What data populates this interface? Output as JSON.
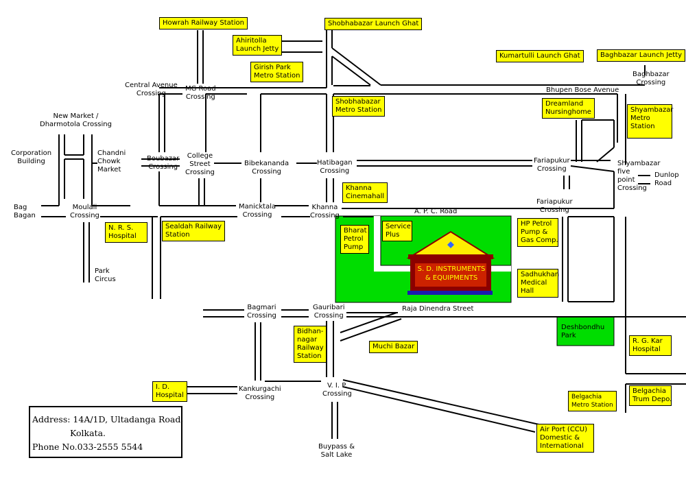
{
  "colors": {
    "road": "#000000",
    "box": "#ffff00",
    "park": "#00dd00",
    "building_wall": "#8b0000",
    "roof": "#ffee00",
    "base": "#1a1ab0"
  },
  "icons": {
    "target_building": "house-icon"
  },
  "boxes": {
    "howrah": "Howrah Railway Station",
    "shobhabazar_launch": "Shobhabazar Launch Ghat",
    "ahiritolla": "Ahiritolla\nLaunch Jetty",
    "girish": "Girish Park\nMetro Station",
    "kumartulli": "Kumartulli Launch Ghat",
    "baghbazar_launch": "Baghbazar Launch Jetty",
    "shobhabazar_metro": "Shobhabazar\nMetro Station",
    "dreamland": "Dreamland\nNursinghome",
    "shyambazar_metro": "Shyambazar\nMetro\nStation",
    "khanna_cinema": "Khanna\nCinemahall",
    "nrs": "N. R. S.\nHospital",
    "sealdah": "Sealdah Railway\nStation",
    "bharat": "Bharat\nPetrol\nPump",
    "service_plus": "Service\nPlus",
    "hp_petrol": "HP Petrol\nPump &\nGas Comp.",
    "sadhukhan": "Sadhukhan\nMedical\nHall",
    "deshbondhu": "Deshbondhu\nPark",
    "rgkar": "R. G. Kar\nHospital",
    "bidhannagar": "Bidhan-\nnagar\nRailway\nStation",
    "muchi": "Muchi Bazar",
    "id_hospital": "I. D.\nHospital",
    "belgachia_metro": "Belgachia\nMetro Station",
    "belgachia_trum": "Belgachia\nTrum Depo.",
    "airport": "Air Port (CCU)\nDomestic &\nInternational"
  },
  "labels": {
    "central_avenue": "Central Avenue\nCrossing",
    "mg_road": "MG Road\nCrossing",
    "new_market": "New Market /\nDharmotola Crossing",
    "corporation": "Corporation\nBuilding",
    "chandni": "Chandni\nChowk\nMarket",
    "boubazar": "Boubazar\nCrossing",
    "college_street": "College\nStreet\nCrossing",
    "bibekananda": "Bibekananda\nCrossing",
    "hatibagan": "Hatibagan\nCrossing",
    "fariapukur1": "Fariapukur\nCrossing",
    "shyambazar_five": "Shyambazar\nfive\npoint\nCrossing",
    "dunlop": "Dunlop\nRoad",
    "baghbazar_crossing": "Baghbazar\nCrossing",
    "bhupen": "Bhupen Bose Avenue",
    "bag_bagan": "Bag\nBagan",
    "moulali": "Moulali\nCrossing",
    "manicktala": "Manicktala\nCrossing",
    "khanna": "Khanna\nCrossing",
    "apc": "A. P. C. Road",
    "fariapukur2": "Fariapukur\nCrossing",
    "park_circus": "Park\nCircus",
    "bagmari": "Bagmari\nCrossing",
    "gauribari": "Gauribari\nCrossing",
    "raja": "Raja Dinendra Street",
    "kankurgachi": "Kankurgachi\nCrossing",
    "vip": "V. I. P.\nCrossing",
    "buypass": "Buypass &\nSalt Lake"
  },
  "target": {
    "name": "S. D. INSTRUMENTS\n& EQUIPMENTS"
  },
  "address": {
    "line1": "Address: 14A/1D, Ultadanga Road,",
    "line2": "Kolkata.",
    "line3": "Phone No.033-2555 5544"
  }
}
